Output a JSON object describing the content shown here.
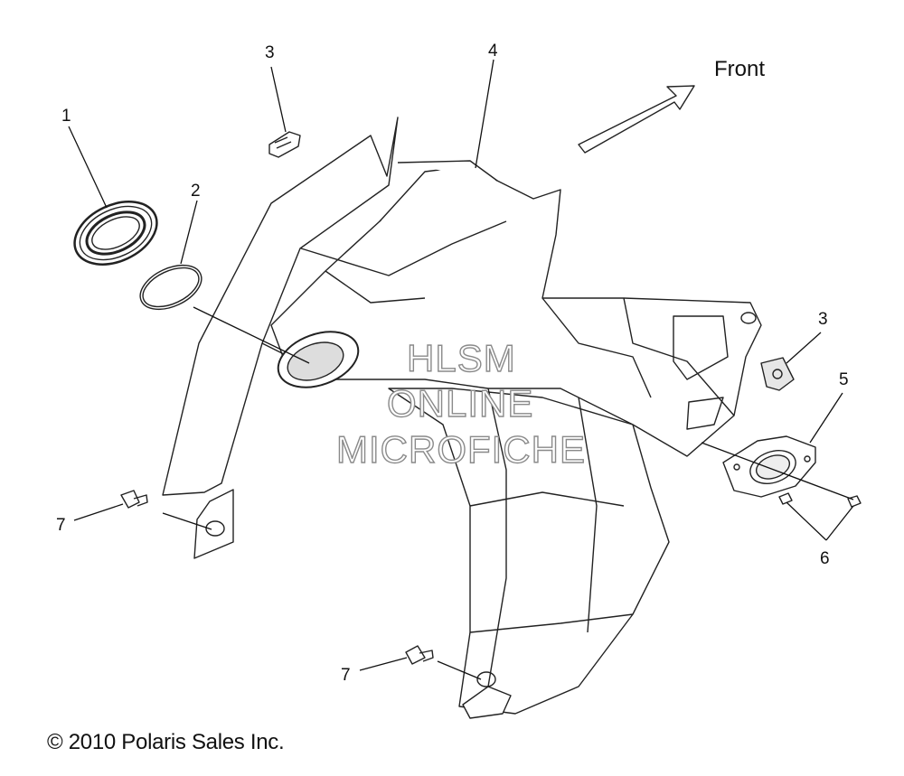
{
  "diagram": {
    "direction_label": "Front",
    "copyright": "© 2010 Polaris Sales Inc.",
    "watermark": [
      "HLSM",
      "ONLINE",
      "MICROFICHE"
    ],
    "callouts": [
      "1",
      "2",
      "3",
      "4",
      "3",
      "5",
      "6",
      "7",
      "7"
    ]
  }
}
